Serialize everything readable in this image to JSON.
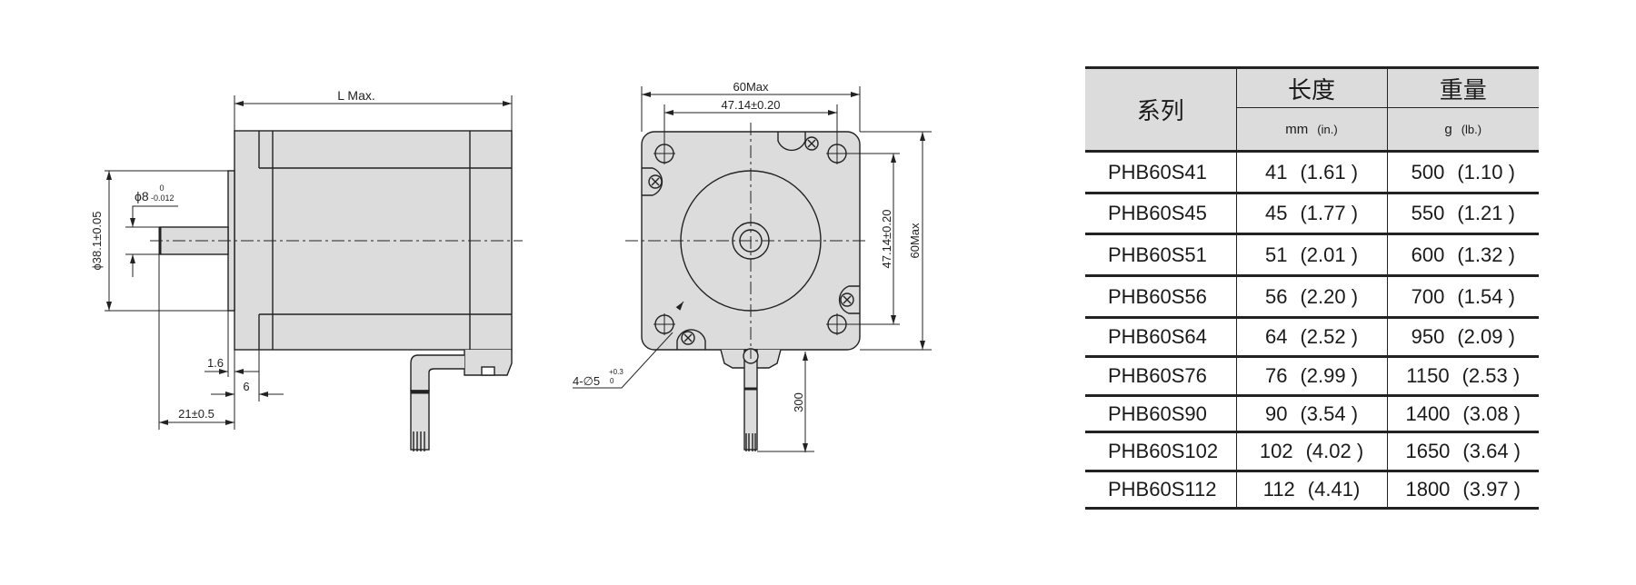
{
  "side_view": {
    "length_label": "L Max.",
    "pilot_diameter": "ϕ38.1±0.05",
    "shaft_diameter": "ϕ8",
    "shaft_tol_upper": "0",
    "shaft_tol_lower": "-0.012",
    "flange_thickness": "1.6",
    "pilot_depth": "6",
    "shaft_length": "21±0.5"
  },
  "front_view": {
    "width_max": "60Max",
    "hole_pitch_h": "47.14±0.20",
    "hole_pitch_v": "47.14±0.20",
    "height_max": "60Max",
    "hole_spec": "4-∅5",
    "hole_tol_upper": "+0.3",
    "hole_tol_lower": "0",
    "lead_length": "300"
  },
  "table": {
    "headers": {
      "series": "系列",
      "length": "长度",
      "weight": "重量",
      "length_unit": "mm",
      "length_unit_alt": "(in.)",
      "weight_unit": "g",
      "weight_unit_alt": "(lb.)"
    },
    "rows": [
      {
        "model": "PHB60S41",
        "mm": "41",
        "in": "(1.61 )",
        "g": "500",
        "lb": "(1.10 )"
      },
      {
        "model": "PHB60S45",
        "mm": "45",
        "in": "(1.77 )",
        "g": "550",
        "lb": "(1.21 )"
      },
      {
        "model": "PHB60S51",
        "mm": "51",
        "in": "(2.01 )",
        "g": "600",
        "lb": "(1.32 )"
      },
      {
        "model": "PHB60S56",
        "mm": "56",
        "in": "(2.20 )",
        "g": "700",
        "lb": "(1.54 )"
      },
      {
        "model": "PHB60S64",
        "mm": "64",
        "in": "(2.52 )",
        "g": "950",
        "lb": "(2.09 )"
      },
      {
        "model": "PHB60S76",
        "mm": "76",
        "in": "(2.99 )",
        "g": "1150",
        "lb": "(2.53 )"
      },
      {
        "model": "PHB60S90",
        "mm": "90",
        "in": "(3.54 )",
        "g": "1400",
        "lb": "(3.08 )"
      },
      {
        "model": "PHB60S102",
        "mm": "102",
        "in": "(4.02 )",
        "g": "1650",
        "lb": "(3.64 )"
      },
      {
        "model": "PHB60S112",
        "mm": "112",
        "in": "(4.41)",
        "g": "1800",
        "lb": "(3.97 )"
      }
    ]
  }
}
